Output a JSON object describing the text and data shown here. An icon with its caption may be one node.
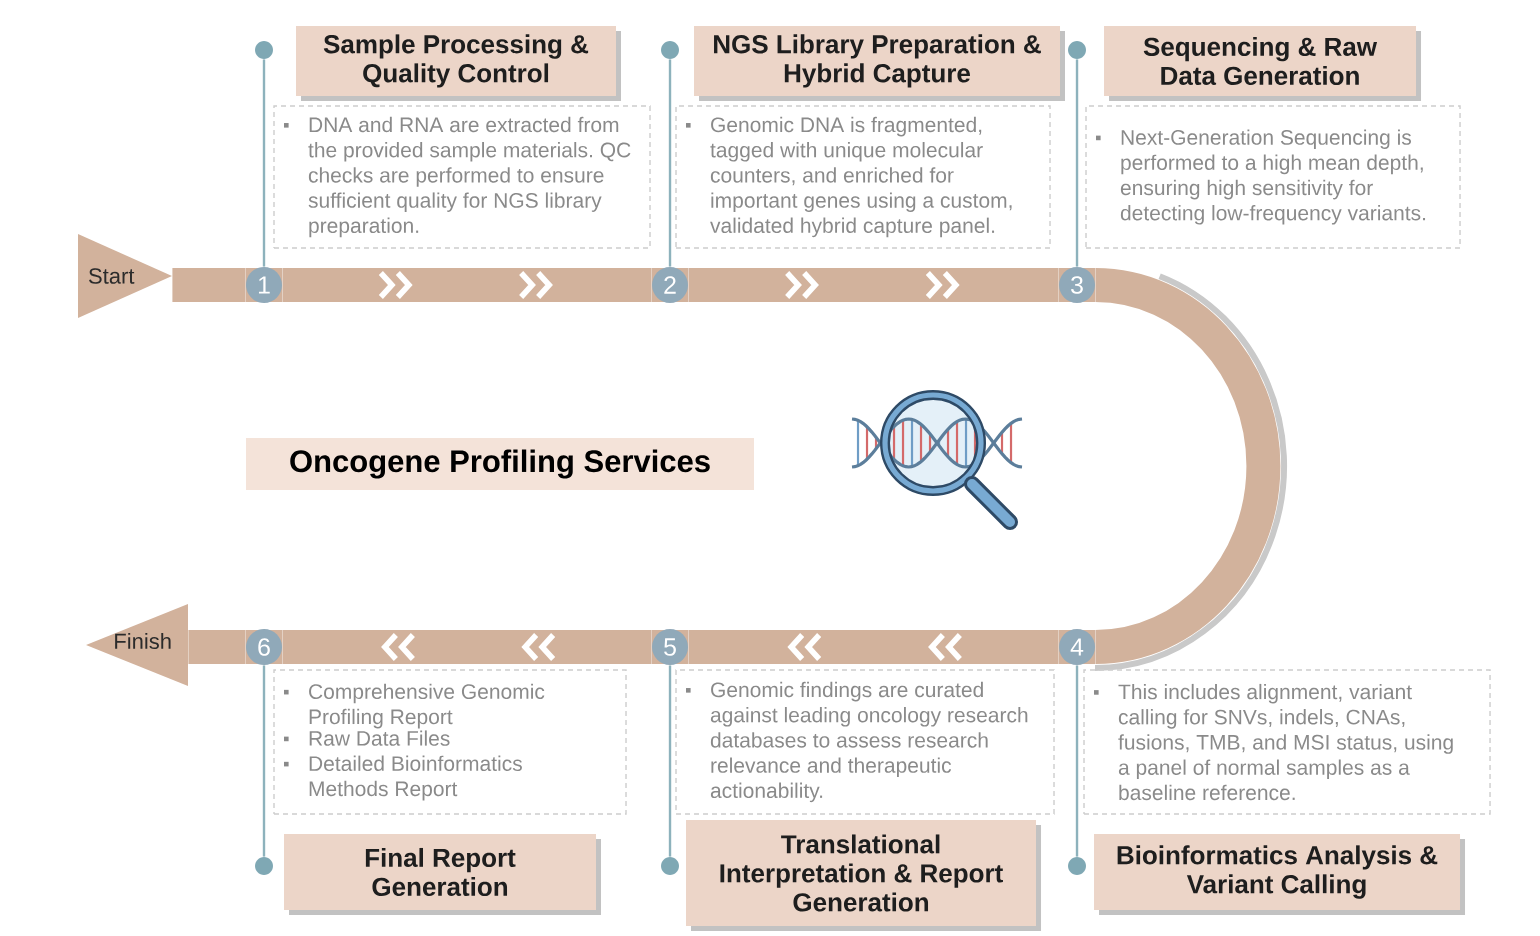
{
  "diagram": {
    "nodes": [
      {
        "text": [
          "Start"
        ]
      },
      {
        "text": [
          "1"
        ]
      },
      {
        "text": [],
        "shape": "circle"
      },
      {
        "text": [
          "Sample Processing & Quality Control"
        ]
      },
      {
        "text": [
          "DNA and RNA are extracted from the provided sample materials. QC checks are performed to ensure sufficient quality for NGS library preparation."
        ]
      },
      {
        "text": [
          "2"
        ]
      },
      {
        "text": [],
        "shape": "circle"
      },
      {
        "text": [
          "NGS Library Preparation & Hybrid Capture"
        ]
      },
      {
        "text": [
          "Genomic DNA is fragmented, tagged with unique molecular counters, and enriched for important genes using a custom, validated hybrid capture panel."
        ]
      },
      {
        "text": [
          "3"
        ]
      },
      {
        "text": [],
        "shape": "circle"
      },
      {
        "text": [
          "Sequencing & Raw Data Generation"
        ]
      },
      {
        "text": [
          "Next-Generation Sequencing is performed to a high mean depth, ensuring high sensitivity for detecting low-frequency variants."
        ]
      },
      {
        "text": [
          "4"
        ]
      },
      {
        "text": [],
        "shape": "circle"
      },
      {
        "text": [
          "Bioinformatics Analysis & Variant Calling"
        ]
      },
      {
        "text": [
          "This includes alignment, variant calling for SNVs, indels, CNAs, fusions, TMB, and MSI status, using a panel of normal samples as a baseline reference."
        ]
      },
      {
        "text": [
          "5"
        ]
      },
      {
        "text": [],
        "shape": "circle"
      },
      {
        "text": [
          "Translational Interpretation & Report Generation"
        ]
      },
      {
        "text": [
          "Genomic findings are curated against leading oncology research databases to assess research relevance and therapeutic actionability."
        ]
      },
      {
        "text": [
          "6"
        ]
      },
      {
        "text": [],
        "shape": "circle"
      },
      {
        "text": [
          "Final Report Generation"
        ]
      },
      {
        "text": [
          "Comprehensive Genomic Profiling Report",
          "Raw Data Files",
          "Detailed Bioinformatics Methods Report"
        ]
      },
      {
        "text": [
          "Finish"
        ]
      },
      {
        "text": [
          "Oncogene Profiling Services"
        ]
      }
    ],
    "edges": [
      {
        "from": 0,
        "to": 1,
        "arrow": "none"
      },
      {
        "from": 1,
        "to": 5,
        "arrow": "to"
      },
      {
        "from": 5,
        "to": 9,
        "arrow": "to"
      },
      {
        "from": 9,
        "to": 13,
        "arrow": "none"
      },
      {
        "from": 13,
        "to": 17,
        "arrow": "to"
      },
      {
        "from": 17,
        "to": 21,
        "arrow": "to"
      },
      {
        "from": 21,
        "to": 25,
        "arrow": "none"
      },
      {
        "from": 1,
        "to": 2,
        "arrow": "none",
        "color": "#8db2bc"
      },
      {
        "from": 5,
        "to": 6,
        "arrow": "none",
        "color": "#8db2bc"
      },
      {
        "from": 9,
        "to": 10,
        "arrow": "none",
        "color": "#8db2bc"
      },
      {
        "from": 13,
        "to": 14,
        "arrow": "none",
        "color": "#8db2bc"
      },
      {
        "from": 17,
        "to": 18,
        "arrow": "none",
        "color": "#8db2bc"
      },
      {
        "from": 21,
        "to": 22,
        "arrow": "none",
        "color": "#8db2bc"
      }
    ]
  }
}
